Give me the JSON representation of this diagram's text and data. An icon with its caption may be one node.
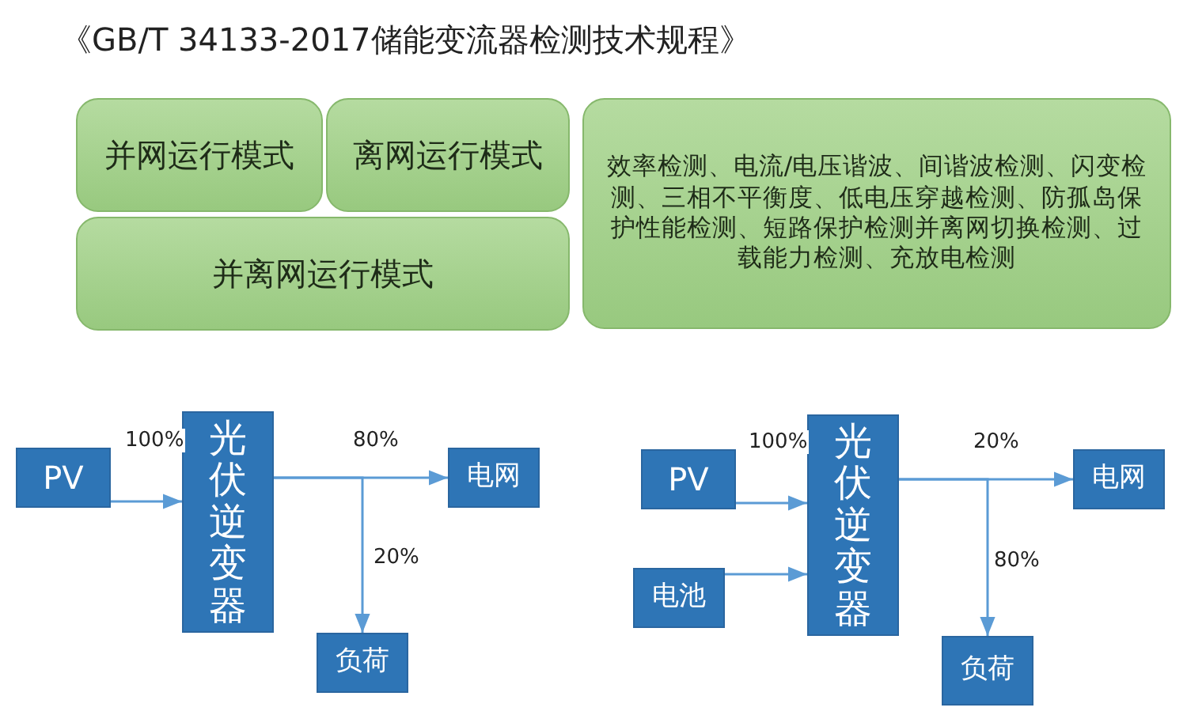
{
  "diagram": {
    "title": "《GB/T 34133-2017储能变流器检测技术规程》",
    "nodes": [
      {
        "text": [
          "并网运行模式"
        ]
      },
      {
        "text": [
          "离网运行模式"
        ]
      },
      {
        "text": [
          "并离网运行模式"
        ]
      },
      {
        "text": [
          "效率检测、电流/电压谐波、间谐波检测、闪变检测、三相不平衡度、低电压穿越检测、防孤岛保护性能检测、短路保护检测并离网切换检测、过载能力检测、充放电检测"
        ]
      },
      {
        "text": [
          "PV"
        ]
      },
      {
        "text": [
          "光伏逆变器"
        ]
      },
      {
        "text": [
          "电网"
        ]
      },
      {
        "text": [
          "负荷"
        ]
      },
      {
        "text": [
          "PV"
        ]
      },
      {
        "text": [
          "电池"
        ]
      },
      {
        "text": [
          "光伏逆变器"
        ]
      },
      {
        "text": [
          "电网"
        ]
      },
      {
        "text": [
          "负荷"
        ]
      }
    ],
    "edges": [
      {
        "from": 4,
        "to": 5,
        "arrow": "to",
        "label": "100%"
      },
      {
        "from": 5,
        "to": 6,
        "arrow": "to",
        "label": "80%"
      },
      {
        "from": 5,
        "to": 7,
        "arrow": "to",
        "label": "20%"
      },
      {
        "from": 8,
        "to": 10,
        "arrow": "to",
        "label": "100%"
      },
      {
        "from": 9,
        "to": 10,
        "arrow": "to"
      },
      {
        "from": 10,
        "to": 11,
        "arrow": "to",
        "label": "20%"
      },
      {
        "from": 10,
        "to": 12,
        "arrow": "to",
        "label": "80%"
      }
    ]
  }
}
